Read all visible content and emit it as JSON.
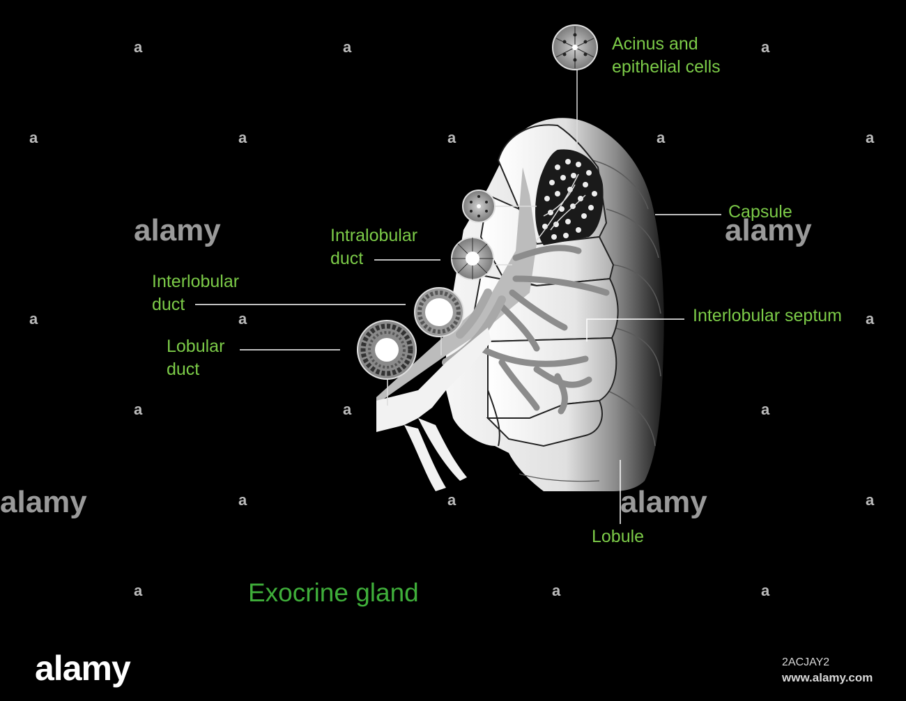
{
  "diagram": {
    "title": "Exocrine gland",
    "labels": {
      "acinus": [
        "Acinus and",
        "epithelial cells"
      ],
      "capsule": "Capsule",
      "intralobular_duct": [
        "Intralobular",
        "duct"
      ],
      "interlobular_duct": [
        "Interlobular",
        "duct"
      ],
      "interlobular_septum": "Interlobular septum",
      "lobular_duct": [
        "Lobular",
        "duct"
      ],
      "lobule": "Lobule"
    },
    "colors": {
      "label": "#7ccb48",
      "title": "#3fae3a",
      "background": "#000000",
      "gland_light": "#f4f4f4",
      "gland_dark": "#1a1a1a",
      "duct": "#8c8c8c"
    }
  },
  "watermark": {
    "brand": "alamy",
    "image_id": "2ACJAY2",
    "url": "www.alamy.com"
  }
}
